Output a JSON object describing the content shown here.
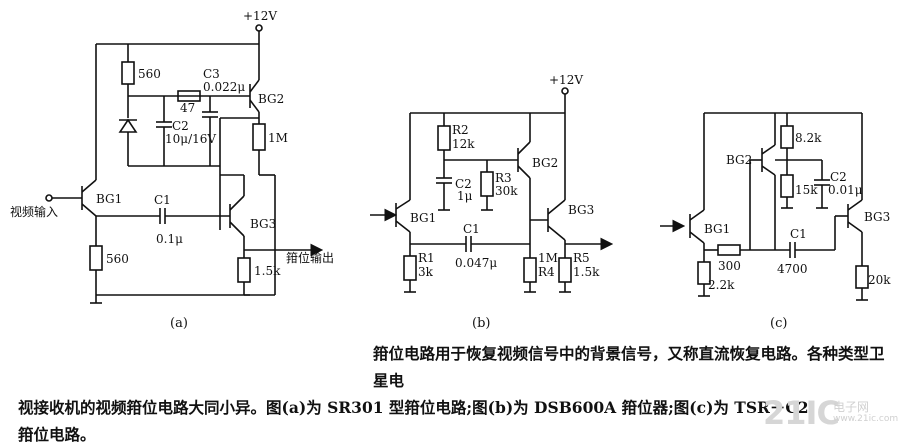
{
  "circuit_a": {
    "supply": "+12V",
    "r_top": "560",
    "c3": "C3",
    "c3_val": "0.022μ",
    "r47": "47",
    "bg2": "BG2",
    "c2": "C2",
    "c2_val": "10μ/16V",
    "r_1m": "1M",
    "input": "视频输入",
    "bg1": "BG1",
    "c1": "C1",
    "c1_val": "0.1μ",
    "bg3": "BG3",
    "r_bottom": "560",
    "r_out": "1.5k",
    "output": "箝位输出",
    "caption": "(a)"
  },
  "circuit_b": {
    "supply": "+12V",
    "r2": "R2",
    "r2_val": "12k",
    "bg2": "BG2",
    "r3": "R3",
    "r3_val": "30k",
    "c2": "C2",
    "c2_val": "1μ",
    "bg1": "BG1",
    "bg3": "BG3",
    "r1": "R1",
    "r1_val": "3k",
    "c1": "C1",
    "c1_val": "0.047μ",
    "r4_val": "1M",
    "r4": "R4",
    "r5": "R5",
    "r5_val": "1.5k",
    "caption": "(b)"
  },
  "circuit_c": {
    "r_top": "8.2k",
    "bg2": "BG2",
    "c2": "C2",
    "c2_val": "0.01μ",
    "r_mid": "15k",
    "bg1": "BG1",
    "bg3": "BG3",
    "r300": "300",
    "c1": "C1",
    "c1_val": "4700",
    "r_e1": "2.2k",
    "r_out": "20k",
    "caption": "(c)"
  },
  "caption_text": {
    "line1": "箝位电路用于恢复视频信号中的背景信号，又称直流恢复电路。各种类型卫星电",
    "line2": "视接收机的视频箝位电路大同小异。图(a)为 SR301 型箝位电路;图(b)为 DSB600A 箝位器;图(c)为 TSR－C2",
    "line3": "箝位电路。"
  },
  "watermark": {
    "logo": "21IC",
    "name": "电子网",
    "url": "www.21ic.com"
  }
}
